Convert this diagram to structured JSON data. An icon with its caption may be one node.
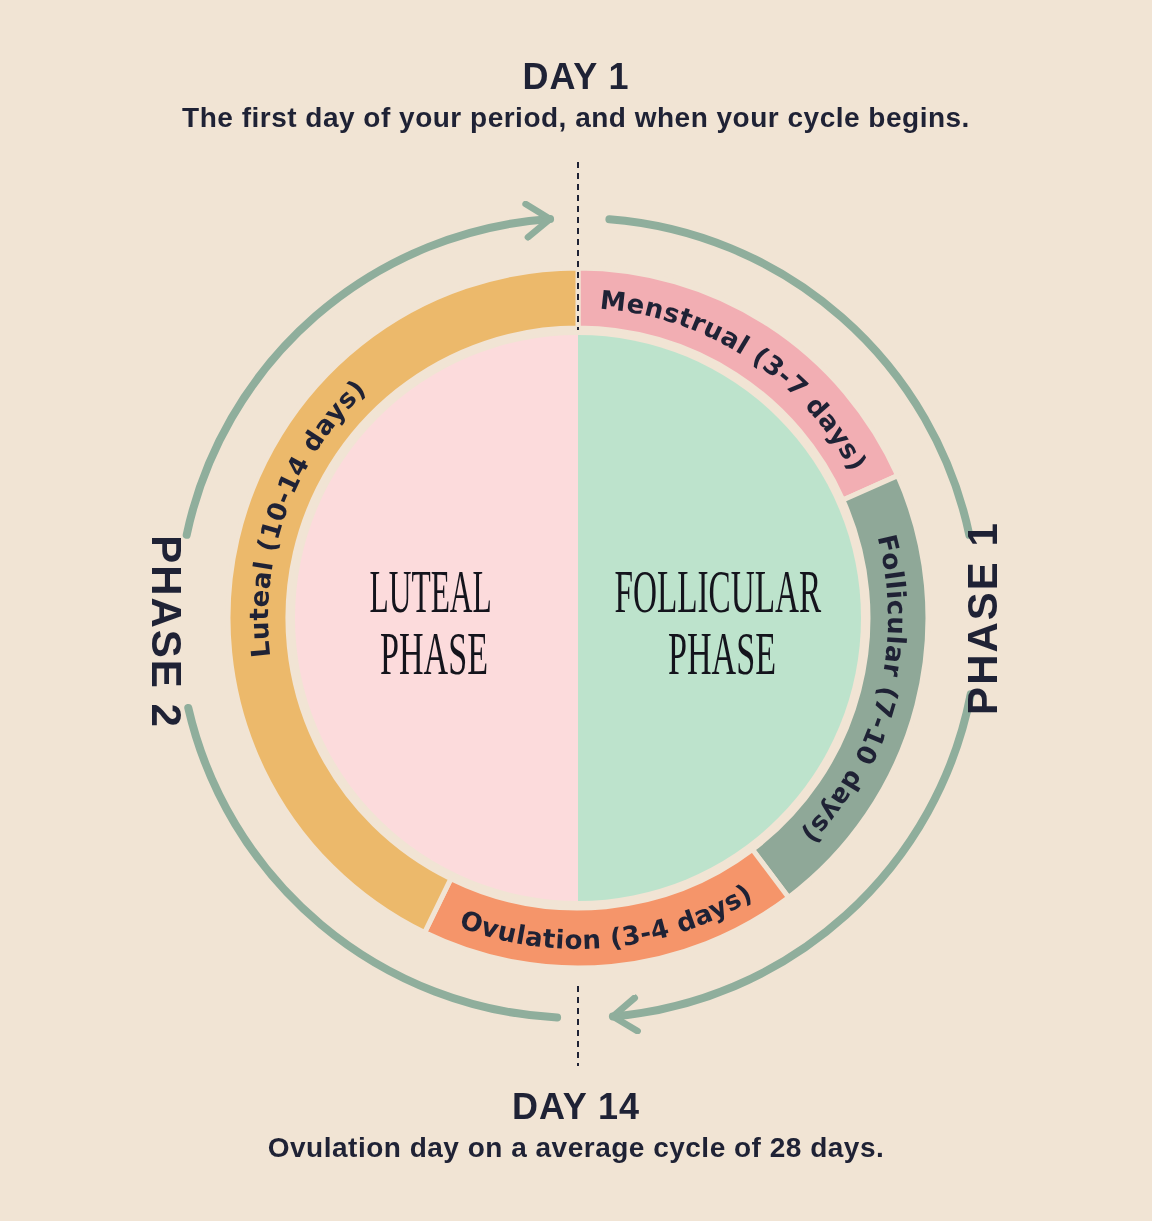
{
  "diagram": {
    "nodes": [
      {
        "text": [
          "DAY 1",
          "The first day of your period, and when your cycle begins."
        ]
      },
      {
        "text": [
          "DAY 14",
          "Ovulation day on a average cycle of 28 days."
        ]
      },
      {
        "text": [
          "Menstrual (3-7 days)"
        ]
      },
      {
        "text": [
          "Follicular (7-10 days)"
        ]
      },
      {
        "text": [
          "Ovulation (3-4 days)"
        ]
      },
      {
        "text": [
          "Luteal (10-14 days)"
        ]
      },
      {
        "text": [
          "LUTEAL PHASE"
        ]
      },
      {
        "text": [
          "FOLLICULAR PHASE"
        ]
      }
    ],
    "labels": [
      "PHASE 1",
      "PHASE 2"
    ]
  }
}
